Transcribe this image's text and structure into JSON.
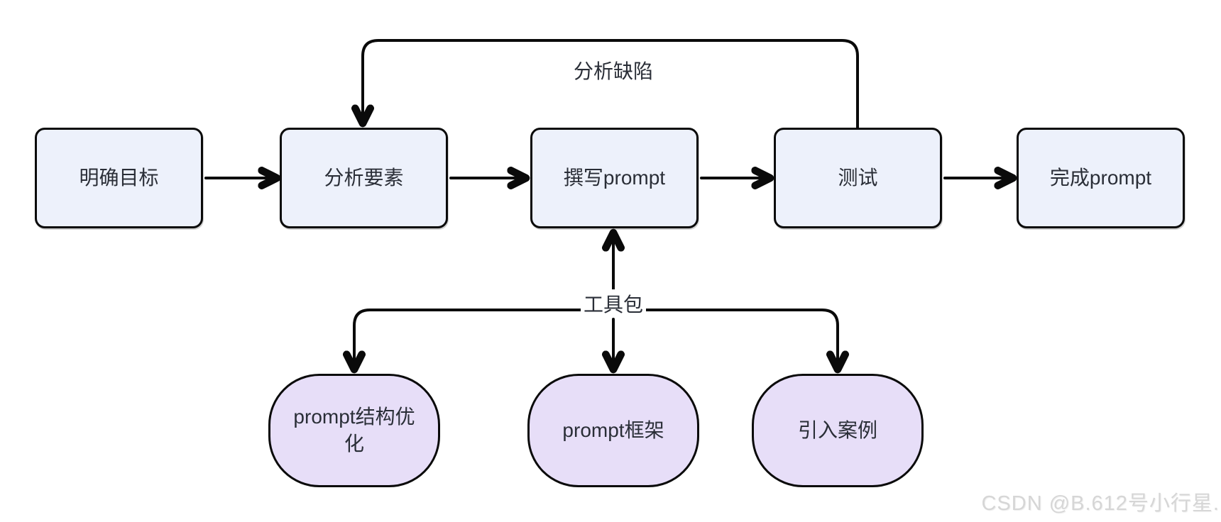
{
  "diagram": {
    "type": "flowchart",
    "colors": {
      "process_fill": "#edf1fb",
      "tool_fill": "#e7def8",
      "stroke": "#0a0a0a",
      "text": "#2a2e37",
      "watermark": "#d6d6d6",
      "background": "#ffffff"
    },
    "process_nodes": [
      {
        "id": "clarify-goal",
        "label": "明确目标"
      },
      {
        "id": "analyze-elements",
        "label": "分析要素"
      },
      {
        "id": "write-prompt",
        "label": "撰写prompt"
      },
      {
        "id": "test",
        "label": "测试"
      },
      {
        "id": "finish-prompt",
        "label": "完成prompt"
      }
    ],
    "tool_nodes": [
      {
        "id": "prompt-structure-optimization",
        "label": "prompt结构优化"
      },
      {
        "id": "prompt-framework",
        "label": "prompt框架"
      },
      {
        "id": "introduce-examples",
        "label": "引入案例"
      }
    ],
    "edges": {
      "flow": [
        "明确目标→分析要素",
        "分析要素→撰写prompt",
        "撰写prompt→测试",
        "测试→完成prompt"
      ],
      "feedback_label": "分析缺陷",
      "toolkit_label": "工具包"
    }
  },
  "watermark": {
    "text": "CSDN @B.612号小行星."
  }
}
